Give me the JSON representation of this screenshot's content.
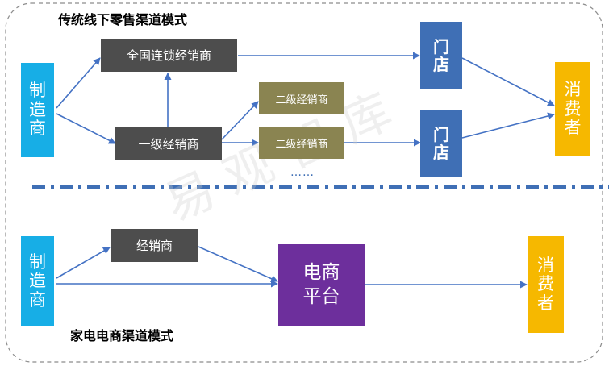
{
  "traditional": {
    "title": "传统线下零售渠道模式",
    "manufacturer": "制造商",
    "national_chain": "全国连锁经销商",
    "primary_distributor": "一级经销商",
    "secondary_distributor_a": "二级经销商",
    "secondary_distributor_b": "二级经销商",
    "store_top": "门店",
    "store_bottom": "门店",
    "consumer": "消费者",
    "ellipsis": "……"
  },
  "ecommerce": {
    "title": "家电电商渠道模式",
    "manufacturer": "制造商",
    "distributor": "经销商",
    "platform": "电商平台",
    "consumer": "消费者"
  },
  "watermark": "易观智库",
  "colors": {
    "manufacturer": "#17aee6",
    "distributor": "#4d4d4d",
    "secondary_distributor": "#8a8451",
    "store": "#3f6fb5",
    "consumer": "#f6b800",
    "platform": "#6d2f9c",
    "arrow": "#4472c4"
  }
}
